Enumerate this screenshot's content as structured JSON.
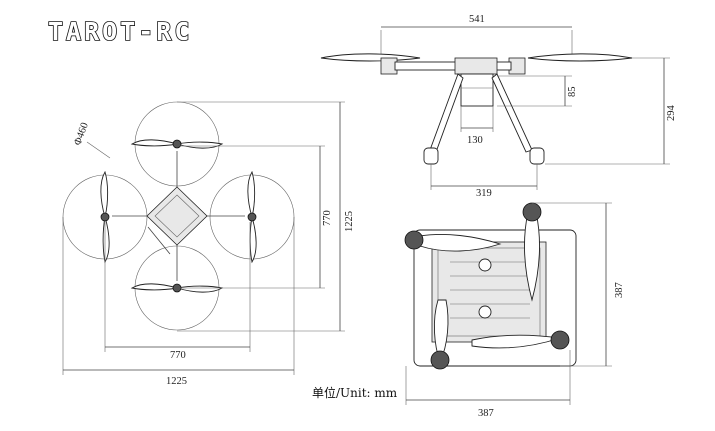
{
  "brand": {
    "logo_text": "TAROT-RC"
  },
  "unit_label": "单位/Unit: mm",
  "top_view": {
    "propeller_diameter": "Φ460",
    "motor_span_vertical": "770",
    "overall_vertical": "1225",
    "motor_span_horizontal": "770",
    "overall_horizontal": "1225"
  },
  "side_view": {
    "arm_span": "541",
    "body_height": "85",
    "overall_height": "294",
    "body_width": "130",
    "landing_gear_width": "319"
  },
  "folded_view": {
    "folded_height": "387",
    "folded_width": "387"
  },
  "colors": {
    "line": "#444444",
    "part_fill": "#e8e8e8",
    "background": "#ffffff"
  }
}
